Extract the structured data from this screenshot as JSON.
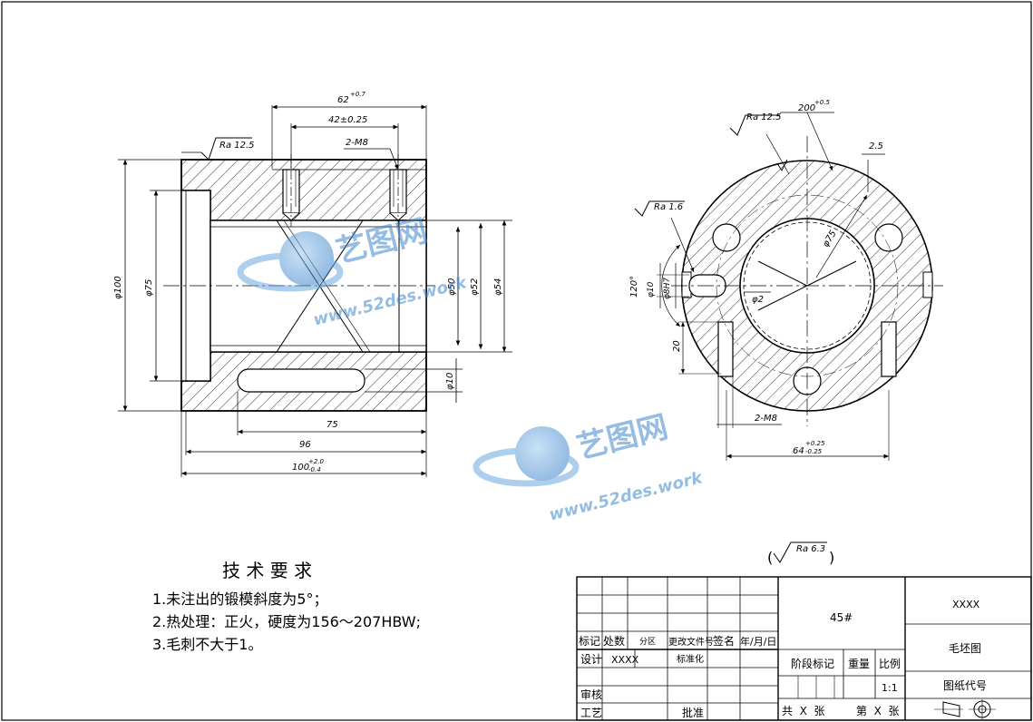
{
  "left_view": {
    "roughness": "Ra 12.5",
    "dim_62": "62",
    "dim_62_tol": "+0.7",
    "dim_42": "42±0.25",
    "dim_2m8": "2-M8",
    "dia_100": "φ100",
    "dia_75": "φ75",
    "dia_50": "φ50",
    "dia_52": "φ52",
    "dia_54": "φ54",
    "dia_10": "φ10",
    "dim_75": "75",
    "dim_96": "96",
    "dim_100": "100",
    "dim_100_tol_up": "+2.0",
    "dim_100_tol_dn": "-0.4"
  },
  "right_view": {
    "roughness_top": "Ra 12.5",
    "dim_200": "200",
    "dim_200_tol": "+0.5",
    "dim_25": "2.5",
    "dia_75": "φ75",
    "roughness_left": "Ra 1.6",
    "angle_120": "120°",
    "dia_10": "φ10",
    "dia_8h7": "φ8H7",
    "dia_2": "φ2",
    "dim_20": "20",
    "dim_2m8": "2-M8",
    "dim_64": "64",
    "dim_64_tol_up": "+0.25",
    "dim_64_tol_dn": "-0.25"
  },
  "watermark": {
    "brand": "艺图网",
    "url": "www.52des.work"
  },
  "general_roughness": "Ra 6.3",
  "tech_requirements": {
    "title": "技 术 要 求",
    "items": [
      "1.未注出的锻模斜度为5°；",
      "2.热处理：正火，硬度为156～207HBW;",
      "3.毛刺不大于1。"
    ]
  },
  "title_block": {
    "mark": "标记",
    "count": "处数",
    "zone": "分区",
    "doc_no": "更改文件号",
    "sign": "签名",
    "date": "年/月/日",
    "design": "设计",
    "designer": "XXXX",
    "standardize": "标准化",
    "review": "审核",
    "process": "工艺",
    "approve": "批准",
    "material": "45#",
    "stage_mark": "阶段标记",
    "weight": "重量",
    "scale": "比例",
    "scale_value": "1:1",
    "total": "共  X  张",
    "sheet_no": "第  X  张",
    "company": "XXXX",
    "drawing_name": "毛坯图",
    "drawing_code": "图纸代号"
  }
}
